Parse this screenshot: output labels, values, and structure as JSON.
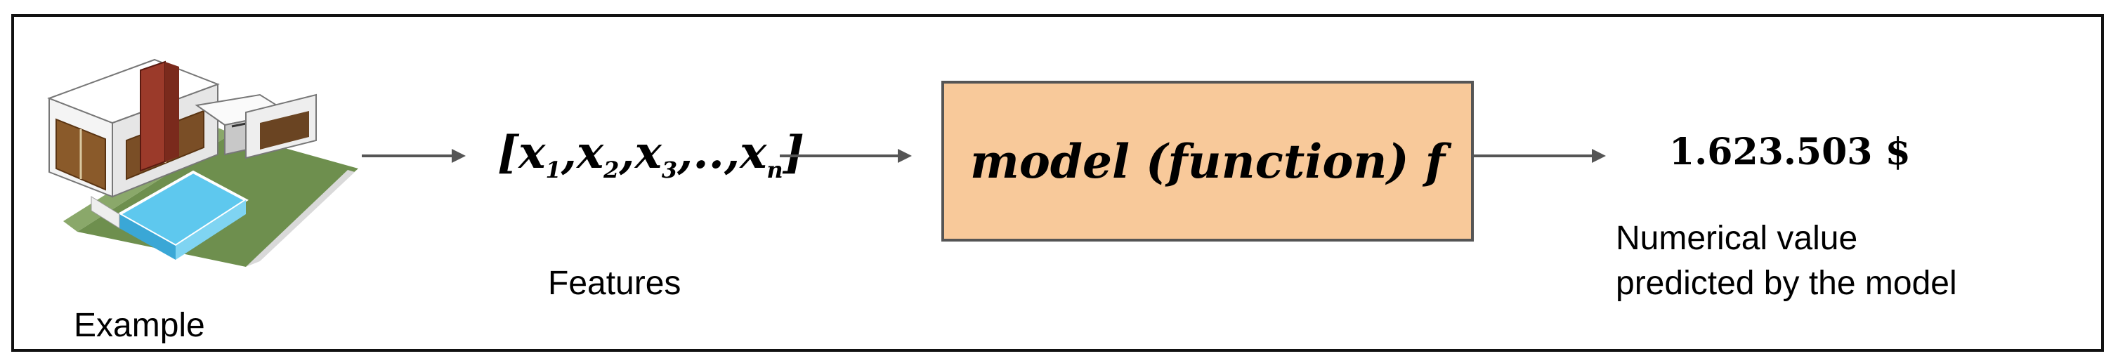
{
  "diagram": {
    "example_label": "Example",
    "features": {
      "open_bracket": "[",
      "x1": "x",
      "s1": "1",
      "c1": ",",
      "x2": "x",
      "s2": "2",
      "c2": ",",
      "x3": "x",
      "s3": "3",
      "c3": ",",
      "dots": "..,",
      "xn": "x",
      "sn": "n",
      "close_bracket": "]"
    },
    "features_label": "Features",
    "model_text": "model (function) f",
    "output_value": "1.623.503 $",
    "output_caption_line1": "Numerical value",
    "output_caption_line2": "predicted by the model",
    "colors": {
      "model_box_fill": "#f8c99a",
      "model_box_border": "#555555",
      "arrow": "#555555",
      "frame": "#111111"
    },
    "icons": {
      "example": "house-illustration"
    }
  }
}
